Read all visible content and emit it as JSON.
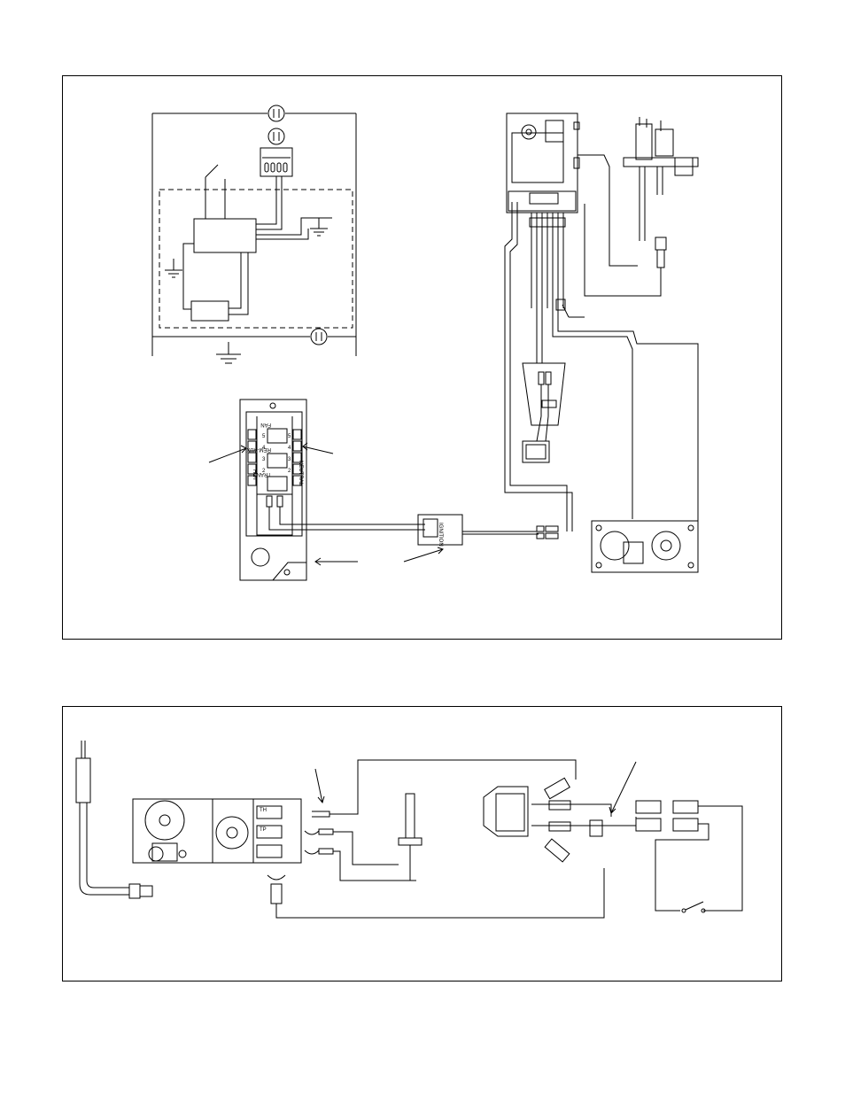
{
  "receptacle_box": {
    "labels": {
      "fan": "FAN",
      "trans": "TRANS",
      "remaux": "REM-AUX",
      "hot": "HOT",
      "neutral": "NEUTRAL"
    },
    "terminal_numbers": [
      "5",
      "4",
      "3",
      "2"
    ]
  },
  "remote_module": {
    "label": "IGNITION"
  },
  "gas_valve_labels": {
    "th": "TH",
    "tp": "TP"
  },
  "colors": {
    "line": "#000000",
    "background": "#ffffff"
  }
}
